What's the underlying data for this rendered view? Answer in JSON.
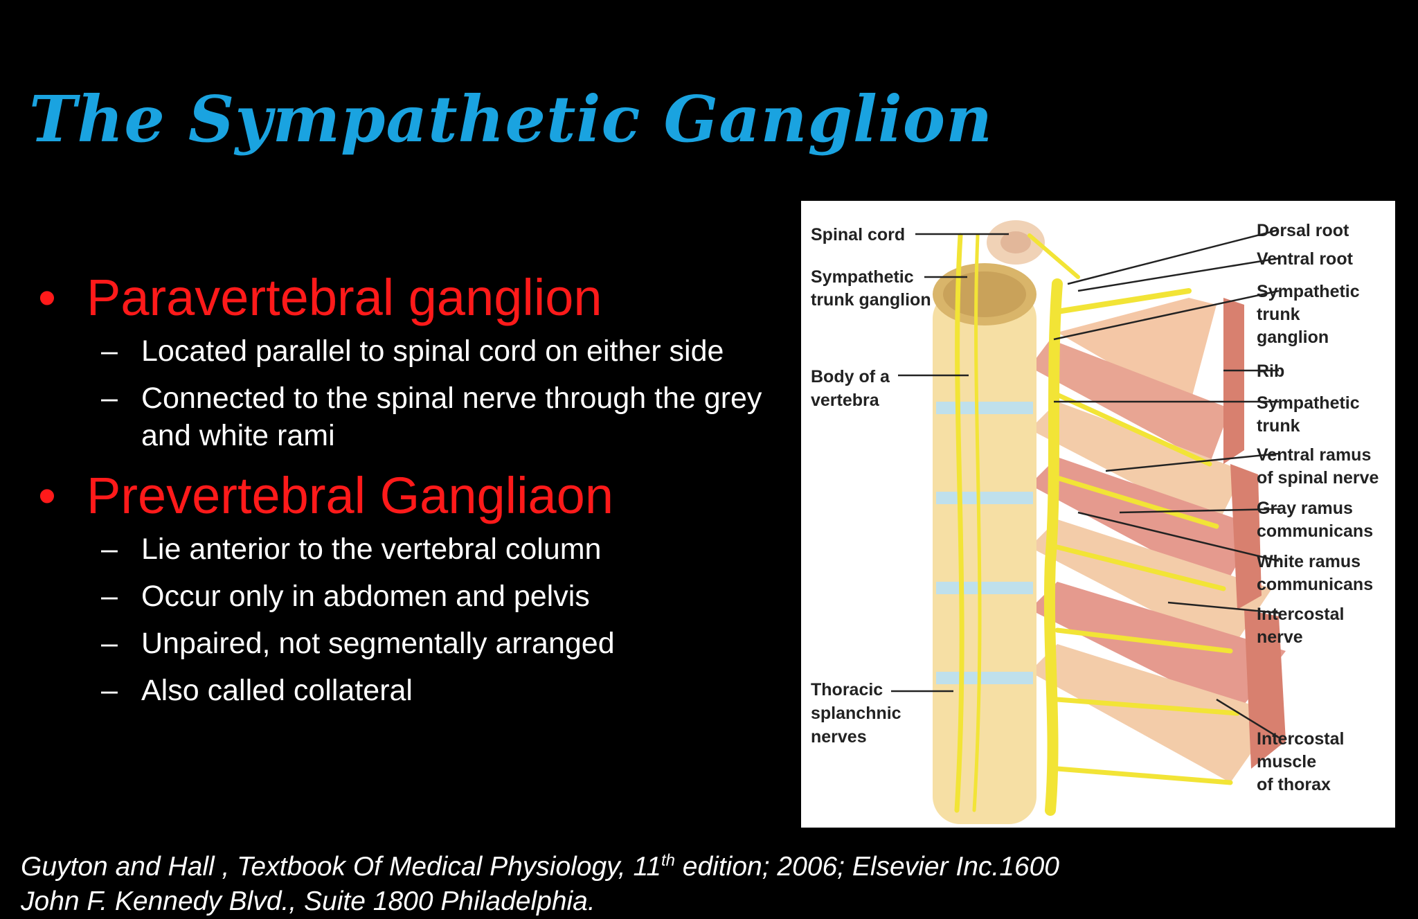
{
  "title": "The Sympathetic Ganglion",
  "colors": {
    "title": "#1aa3e0",
    "heading": "#ff1a1a",
    "body": "#ffffff",
    "background": "#000000",
    "nerve": "#f2e436",
    "muscle": "#e59a8e",
    "bone": "#f6dfa4"
  },
  "bullets": [
    {
      "heading": "Paravertebral ganglion",
      "items": [
        "Located parallel to spinal cord on either side",
        "Connected to the spinal nerve through the grey and white rami"
      ]
    },
    {
      "heading": "Prevertebral Gangliaon",
      "items": [
        "Lie anterior to the vertebral column",
        "Occur only in abdomen and pelvis",
        "Unpaired, not segmentally arranged",
        "Also called collateral"
      ]
    }
  ],
  "figure_labels": {
    "left": {
      "spinal_cord": "Spinal cord",
      "sympathetic_trunk_ganglion": [
        "Sympathetic",
        "trunk ganglion"
      ],
      "body_of_vertebra": [
        "Body of a",
        "vertebra"
      ],
      "thoracic_splanchnic": [
        "Thoracic",
        "splanchnic",
        "nerves"
      ]
    },
    "right": {
      "dorsal_root": "Dorsal root",
      "ventral_root": "Ventral root",
      "sympathetic_trunk_ganglion": [
        "Sympathetic",
        "trunk",
        "ganglion"
      ],
      "rib": "Rib",
      "sympathetic_trunk": [
        "Sympathetic",
        "trunk"
      ],
      "ventral_ramus": [
        "Ventral ramus",
        "of spinal nerve"
      ],
      "gray_ramus": [
        "Gray ramus",
        "communicans"
      ],
      "white_ramus": [
        "White ramus",
        "communicans"
      ],
      "intercostal_nerve": [
        "Intercostal",
        "nerve"
      ],
      "intercostal_muscle": [
        "Intercostal",
        "muscle",
        "of thorax"
      ]
    }
  },
  "citation": {
    "part1": "Guyton and Hall , Textbook Of Medical Physiology, 11",
    "sup": "th",
    "part2": " edition; 2006; Elsevier Inc.1600",
    "line2": "John F. Kennedy Blvd., Suite 1800 Philadelphia."
  }
}
